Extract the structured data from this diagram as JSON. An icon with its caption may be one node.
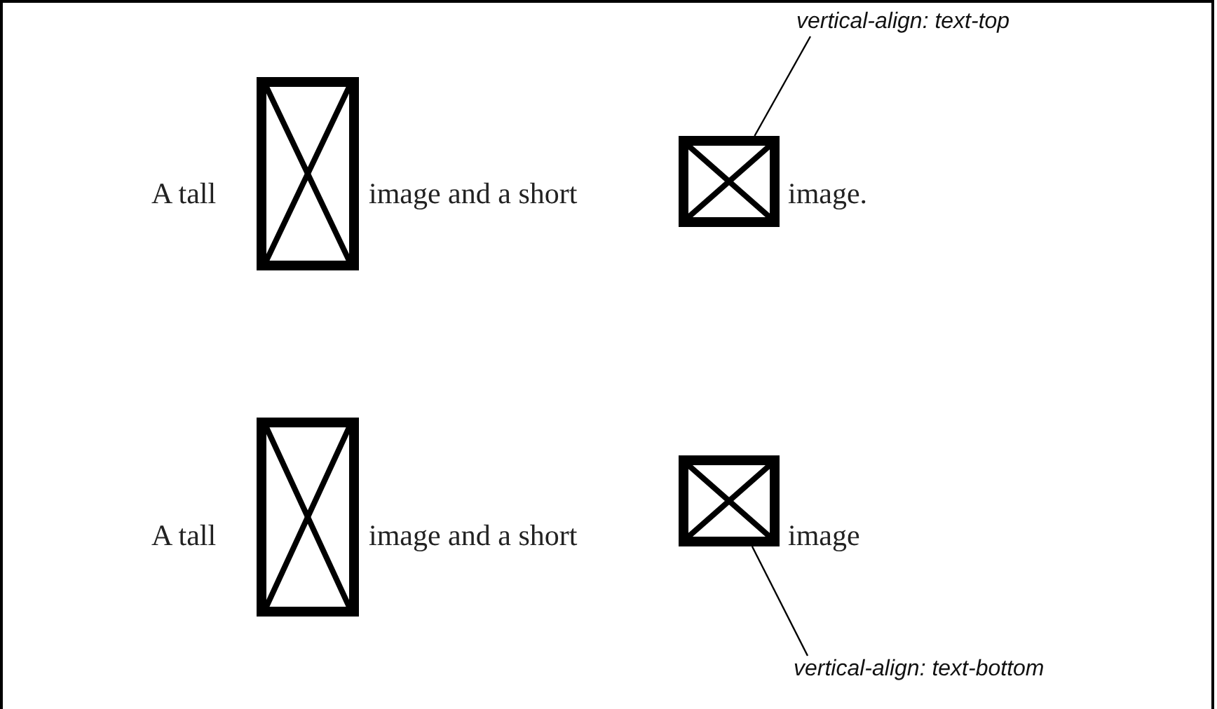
{
  "diagram": {
    "nodes": [
      {
        "text": [
          "vertical-align: text-top"
        ]
      },
      {
        "text": [],
        "shape": "picture"
      },
      {
        "text": [],
        "shape": "picture"
      },
      {
        "text": [],
        "shape": "picture"
      },
      {
        "text": [],
        "shape": "picture"
      },
      {
        "text": [
          "vertical-align: text-bottom"
        ]
      }
    ],
    "edges": [
      {
        "from": 0,
        "to": 2,
        "arrow": "none"
      },
      {
        "from": 5,
        "to": 4,
        "arrow": "none"
      }
    ],
    "labels": [
      "A tall",
      "image and a short",
      "image.",
      "A tall",
      "image and a short",
      "image"
    ]
  }
}
